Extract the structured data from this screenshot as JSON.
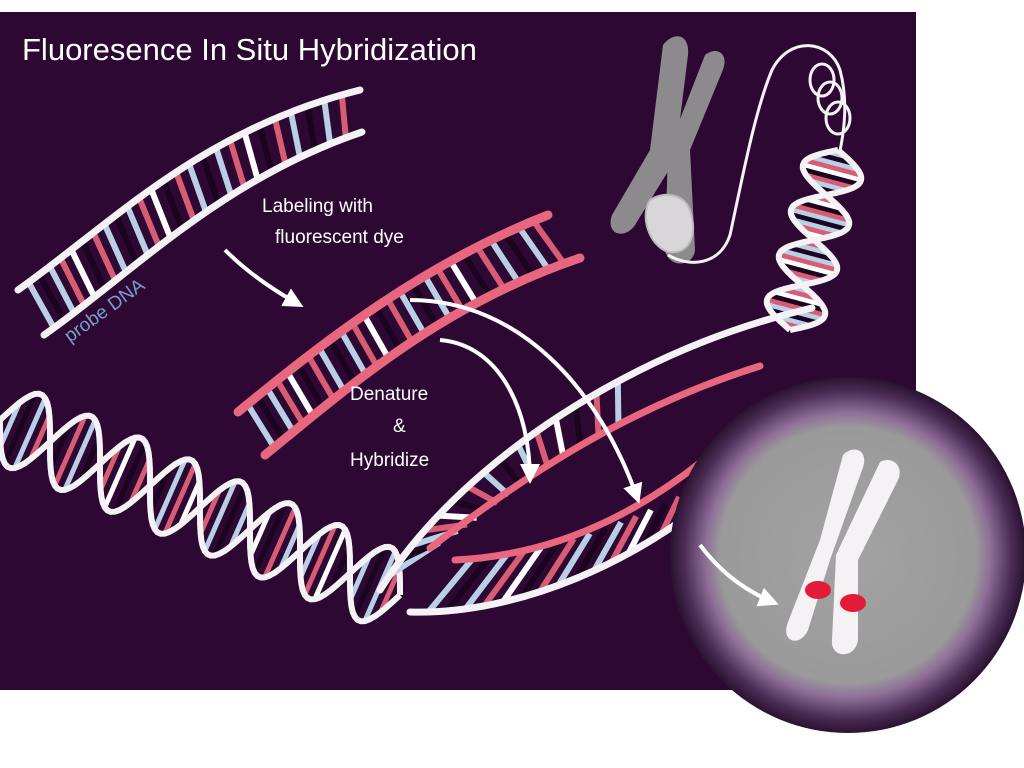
{
  "title": "Fluoresence In Situ Hybridization",
  "labels": {
    "probe": "probe DNA",
    "labeling_line1": "Labeling with",
    "labeling_line2": "fluorescent dye",
    "denature_line1": "Denature",
    "denature_line2": "&",
    "denature_line3": "Hybridize"
  },
  "colors": {
    "background": "#2c0833",
    "backbone": "#f4f2f5",
    "label_pink": "#e8677e",
    "base_red": "#d85c74",
    "base_blue": "#b9cfe6",
    "base_dark": "#1a0420",
    "chromosome_gray": "#8d8a8d",
    "nucleus_gray": "#9b9b9b",
    "nucleus_rim": "#5a3a63",
    "signal_red": "#e21b3a"
  },
  "icons": [
    "arrow-icon",
    "chromosome-icon",
    "nucleus-icon",
    "fluorescent-signal-icon"
  ]
}
